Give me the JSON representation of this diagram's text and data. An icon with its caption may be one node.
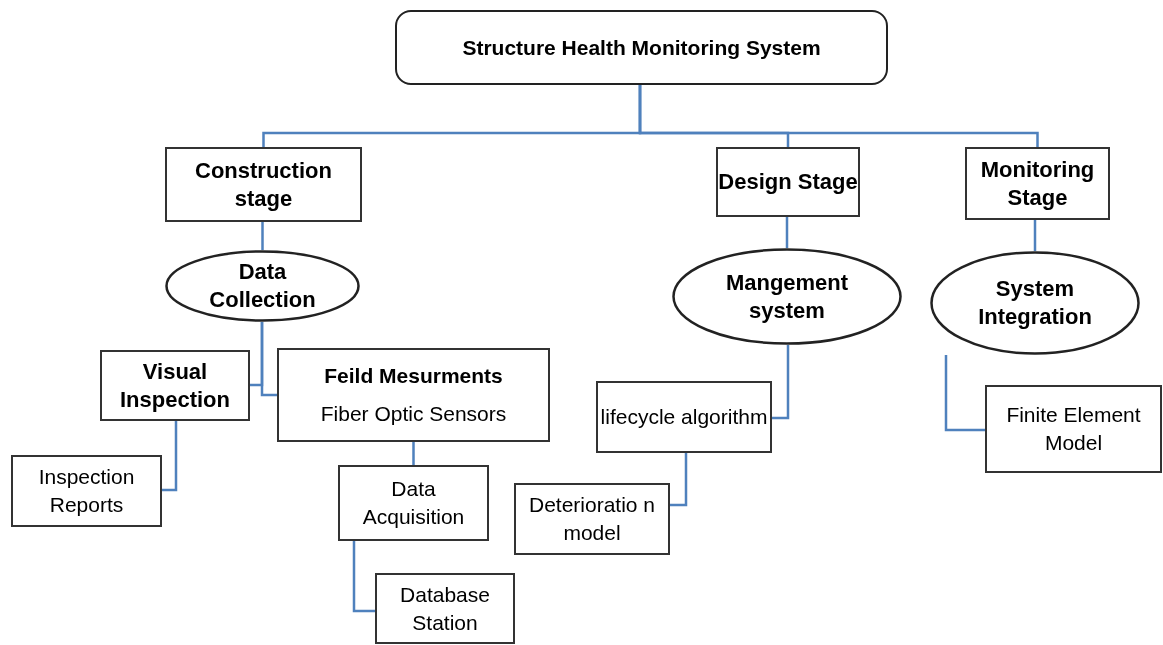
{
  "diagram": {
    "nodes": [
      {
        "text": [
          "Structure Health Monitoring System"
        ]
      },
      {
        "text": [
          "Construction stage"
        ]
      },
      {
        "text": [
          "Design Stage"
        ]
      },
      {
        "text": [
          "Monitoring Stage"
        ]
      },
      {
        "text": [
          "Data Collection"
        ]
      },
      {
        "text": [
          "Mangement system"
        ]
      },
      {
        "text": [
          "System Integration"
        ]
      },
      {
        "text": [
          "Visual Inspection"
        ]
      },
      {
        "text": [
          "Feild Mesurments",
          "Fiber Optic Sensors"
        ]
      },
      {
        "text": [
          "Inspection Reports"
        ]
      },
      {
        "text": [
          "Data Acquisition"
        ]
      },
      {
        "text": [
          "Database Station"
        ]
      },
      {
        "text": [
          "lifecycle algorithm"
        ]
      },
      {
        "text": [
          "Deterioratio n model"
        ]
      },
      {
        "text": [
          "Finite Element Model"
        ]
      }
    ],
    "edges": [
      {
        "from": 0,
        "to": 1,
        "arrow": "none"
      },
      {
        "from": 0,
        "to": 2,
        "arrow": "none"
      },
      {
        "from": 0,
        "to": 3,
        "arrow": "none"
      },
      {
        "from": 1,
        "to": 4,
        "arrow": "none"
      },
      {
        "from": 2,
        "to": 5,
        "arrow": "none"
      },
      {
        "from": 3,
        "to": 6,
        "arrow": "none"
      },
      {
        "from": 4,
        "to": 7,
        "arrow": "none"
      },
      {
        "from": 4,
        "to": 8,
        "arrow": "none"
      },
      {
        "from": 7,
        "to": 9,
        "arrow": "none"
      },
      {
        "from": 8,
        "to": 10,
        "arrow": "none"
      },
      {
        "from": 10,
        "to": 11,
        "arrow": "none"
      },
      {
        "from": 5,
        "to": 12,
        "arrow": "none"
      },
      {
        "from": 12,
        "to": 13,
        "arrow": "none"
      },
      {
        "from": 6,
        "to": 14,
        "arrow": "none"
      }
    ]
  }
}
